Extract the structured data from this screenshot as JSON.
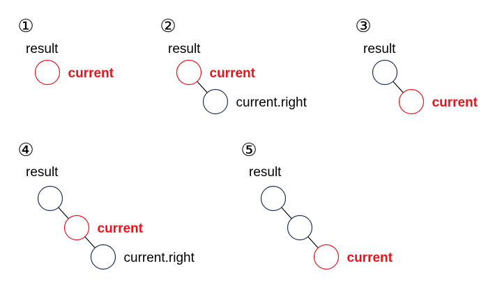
{
  "colors": {
    "node_default": "#1f2f5a",
    "node_current": "#e8141c",
    "edge": "#000000",
    "label_default": "#000000",
    "label_current": "#e8141c"
  },
  "panels": [
    {
      "step": "①",
      "root_label": "result",
      "nodes": [
        {
          "state": "current",
          "label": "current"
        }
      ]
    },
    {
      "step": "②",
      "root_label": "result",
      "nodes": [
        {
          "state": "current",
          "label": "current"
        },
        {
          "state": "default",
          "label": "current.right"
        }
      ]
    },
    {
      "step": "③",
      "root_label": "result",
      "nodes": [
        {
          "state": "default",
          "label": ""
        },
        {
          "state": "current",
          "label": "current"
        }
      ]
    },
    {
      "step": "④",
      "root_label": "result",
      "nodes": [
        {
          "state": "default",
          "label": ""
        },
        {
          "state": "current",
          "label": "current"
        },
        {
          "state": "default",
          "label": "current.right"
        }
      ]
    },
    {
      "step": "⑤",
      "root_label": "result",
      "nodes": [
        {
          "state": "default",
          "label": ""
        },
        {
          "state": "default",
          "label": ""
        },
        {
          "state": "current",
          "label": "current"
        }
      ]
    }
  ]
}
